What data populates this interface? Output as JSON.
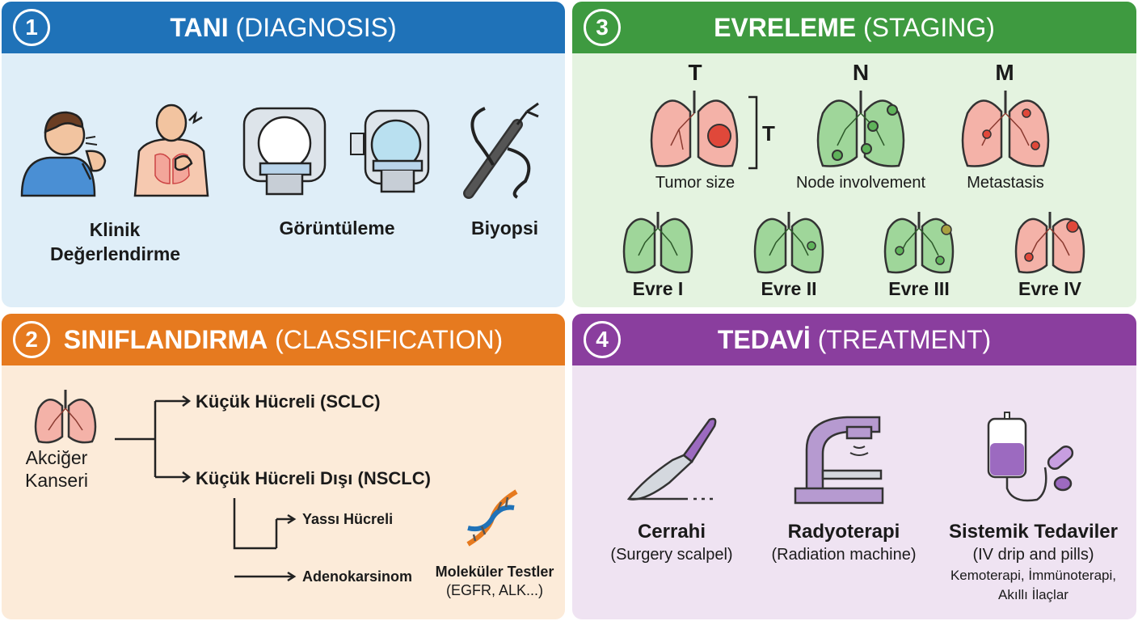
{
  "diagnosis": {
    "number": "1",
    "title_bold": "TANI",
    "title_light": "(DIAGNOSIS)",
    "items": [
      {
        "label_line1": "Klinik",
        "label_line2": "Değerlendirme"
      },
      {
        "label_line1": "Görüntüleme"
      },
      {
        "label_line1": "Biyopsi"
      }
    ]
  },
  "classification": {
    "number": "2",
    "title_bold": "SINIFLANDIRMA",
    "title_light": "(CLASSIFICATION)",
    "root_line1": "Akciğer",
    "root_line2": "Kanseri",
    "sclc": "Küçük Hücreli (SCLC)",
    "nsclc": "Küçük Hücreli Dışı (NSCLC)",
    "squamous": "Yassı Hücreli",
    "adeno": "Adenokarsinom",
    "molecular_line1": "Moleküler Testler",
    "molecular_line2": "(EGFR, ALK...)"
  },
  "staging": {
    "number": "3",
    "title_bold": "EVRELEME",
    "title_light": "(STAGING)",
    "tnm": [
      {
        "letter": "T",
        "caption": "Tumor size",
        "bracket_letter": "T"
      },
      {
        "letter": "N",
        "caption": "Node involvement"
      },
      {
        "letter": "M",
        "caption": "Metastasis"
      }
    ],
    "stages": [
      "Evre I",
      "Evre II",
      "Evre III",
      "Evre IV"
    ]
  },
  "treatment": {
    "number": "4",
    "title_bold": "TEDAVİ",
    "title_light": "(TREATMENT)",
    "items": [
      {
        "label": "Cerrahi",
        "sub": "(Surgery scalpel)"
      },
      {
        "label": "Radyoterapi",
        "sub": "(Radiation machine)"
      },
      {
        "label": "Sistemik Tedaviler",
        "sub": "(IV drip and pills)",
        "detail_line1": "Kemoterapi, İmmünoterapi,",
        "detail_line2": "Akıllı İlaçlar"
      }
    ]
  },
  "colors": {
    "diagnosis": "#1f72b8",
    "classification": "#e67a1f",
    "staging": "#3e9a40",
    "treatment": "#8a3e9e"
  }
}
